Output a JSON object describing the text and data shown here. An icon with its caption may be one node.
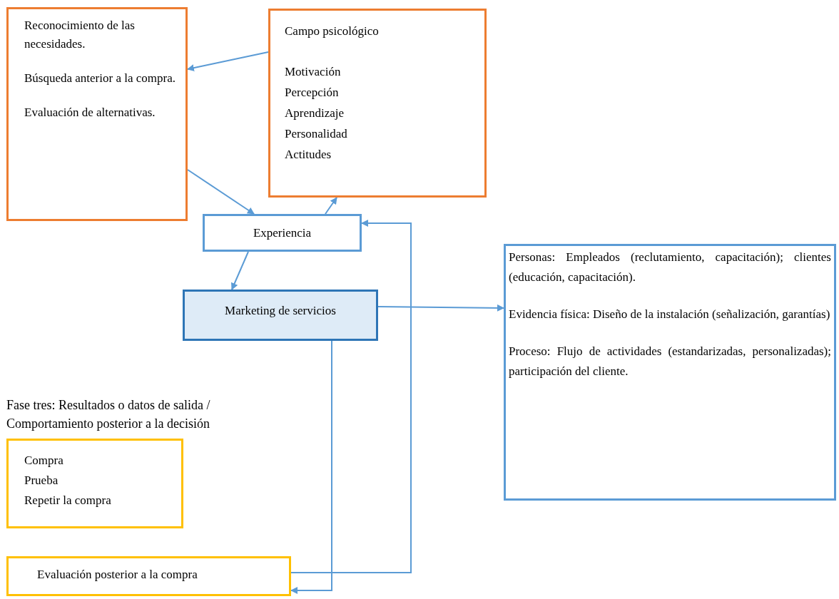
{
  "diagram": {
    "nodes": [
      {
        "text": [
          "Reconocimiento de las necesidades.",
          "Búsqueda anterior a la compra.",
          "Evaluación de alternativas."
        ]
      },
      {
        "text": [
          "Campo psicológico",
          "Motivación",
          "Percepción",
          "Aprendizaje",
          "Personalidad",
          "Actitudes"
        ]
      },
      {
        "text": [
          "Experiencia"
        ]
      },
      {
        "text": [
          "Marketing de servicios"
        ]
      },
      {
        "text": [
          "Personas: Empleados (reclutamiento, capacitación); clientes (educación, capacitación).",
          "Evidencia física: Diseño de la instalación (señalización, garantías)",
          "Proceso: Flujo de actividades (estandarizadas, personalizadas); participación del cliente."
        ]
      },
      {
        "text": [
          "Compra",
          "Prueba",
          "Repetir la compra"
        ]
      },
      {
        "text": [
          "Evaluación posterior a la compra"
        ]
      }
    ],
    "edges": [
      {
        "from": 1,
        "to": 0,
        "arrow": "to"
      },
      {
        "from": 0,
        "to": 2,
        "arrow": "to"
      },
      {
        "from": 2,
        "to": 1,
        "arrow": "to"
      },
      {
        "from": 2,
        "to": 3,
        "arrow": "to"
      },
      {
        "from": 3,
        "to": 4,
        "arrow": "to"
      },
      {
        "from": 3,
        "to": 6,
        "arrow": "to"
      },
      {
        "from": 6,
        "to": 2,
        "arrow": "to"
      }
    ],
    "labels": [
      "Fase tres: Resultados o datos de salida / Comportamiento posterior a la decisión"
    ]
  }
}
